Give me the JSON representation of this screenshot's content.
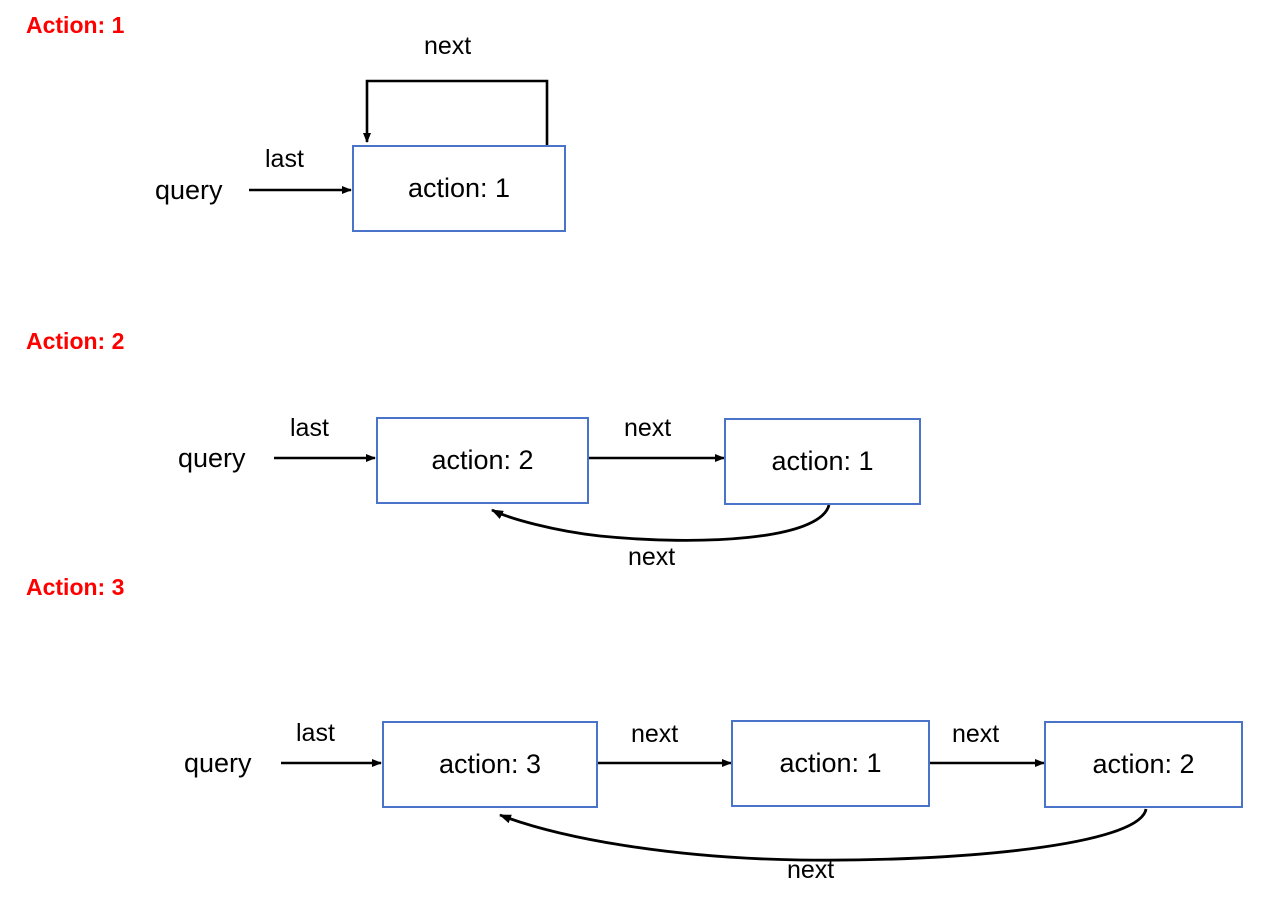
{
  "diagram": {
    "type": "linked-list-state-diagram",
    "background_color": "#ffffff",
    "box_border_color": "#4a74c9",
    "title_color": "#ff0000",
    "edge_color": "#000000",
    "sections": [
      {
        "title": "Action: 1",
        "entry_label": "query",
        "entry_edge_label": "last",
        "nodes": [
          {
            "label": "action: 1"
          }
        ],
        "edges": [
          {
            "label": "next",
            "from": "action: 1",
            "to": "action: 1",
            "kind": "self-loop"
          }
        ]
      },
      {
        "title": "Action: 2",
        "entry_label": "query",
        "entry_edge_label": "last",
        "nodes": [
          {
            "label": "action: 2"
          },
          {
            "label": "action: 1"
          }
        ],
        "edges": [
          {
            "label": "next",
            "from": "action: 2",
            "to": "action: 1",
            "kind": "straight"
          },
          {
            "label": "next",
            "from": "action: 1",
            "to": "action: 2",
            "kind": "curve-back"
          }
        ]
      },
      {
        "title": "Action: 3",
        "entry_label": "query",
        "entry_edge_label": "last",
        "nodes": [
          {
            "label": "action: 3"
          },
          {
            "label": "action: 1"
          },
          {
            "label": "action: 2"
          }
        ],
        "edges": [
          {
            "label": "next",
            "from": "action: 3",
            "to": "action: 1",
            "kind": "straight"
          },
          {
            "label": "next",
            "from": "action: 1",
            "to": "action: 2",
            "kind": "straight"
          },
          {
            "label": "next",
            "from": "action: 2",
            "to": "action: 3",
            "kind": "curve-back"
          }
        ]
      }
    ]
  }
}
